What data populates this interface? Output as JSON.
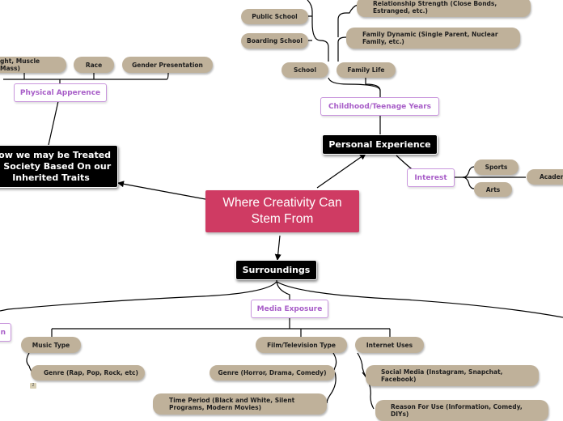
{
  "root": {
    "title": "Where Creativity Can Stem From"
  },
  "branches": {
    "personal_experience": "Personal Experience",
    "treated": "How we may be Treated in Society Based On our Inherited Traits",
    "surroundings": "Surroundings"
  },
  "subtopics": {
    "childhood": "Childhood/Teenage Years",
    "interest": "Interest",
    "physical": "Physical Apperence",
    "media": "Media Exposure",
    "cut_left": "n"
  },
  "leaves": {
    "public_school": "Public School",
    "boarding_school": "Boarding School",
    "school": "School",
    "family_life": "Family Life",
    "relationship": "Relationship Strength (Close Bonds, Estranged, etc.)",
    "family_dynamic": "Family Dynamic (Single Parent, Nuclear Family, etc.)",
    "sports": "Sports",
    "arts": "Arts",
    "academ": "Academ",
    "height": "ght, Muscle Mass)",
    "race": "Race",
    "gender": "Gender Presentation",
    "music_type": "Music Type",
    "music_genre": "Genre (Rap, Pop, Rock, etc)",
    "film_tv": "Film/Television Type",
    "film_genre": "Genre (Horror, Drama, Comedy)",
    "time_period": "Time Period (Black and White, Silent Programs, Modern Movies)",
    "internet": "Internet Uses",
    "social_media": "Social Media (Instagram, Snapchat, Facebook)",
    "reason": "Reason For Use (Information, Comedy, DIYs)"
  },
  "badge": "2",
  "colors": {
    "root": "#cf3b63",
    "branch": "#000000",
    "subtopic_text": "#a85ec8",
    "subtopic_border": "#c996dd",
    "leaf": "#bfb19a"
  }
}
